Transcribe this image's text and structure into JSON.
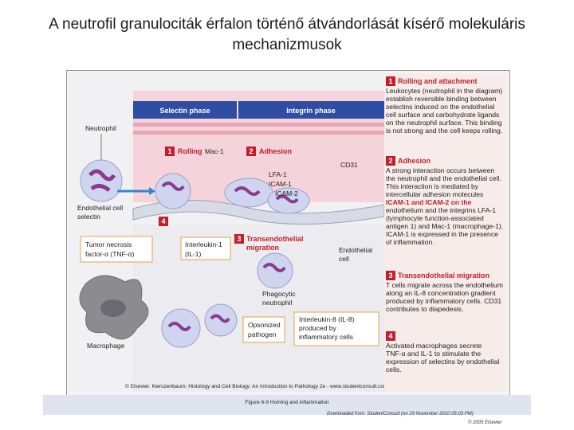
{
  "title": {
    "line1": "A neutrofil granulociták érfalon történő átvándorlását kísérő molekuláris",
    "line2": "mechanizmusok"
  },
  "diagram": {
    "phase_selectin": "Selectin phase",
    "phase_integrin": "Integrin phase",
    "neutrophil": "Neutrophil",
    "step1_label": "Rolling",
    "step2_label": "Adhesion",
    "step3_label_line1": "Transendothelial",
    "step3_label_line2": "migration",
    "step4_label": "4",
    "step1_num": "1",
    "step2_num": "2",
    "step3_num": "3",
    "mac1": "Mac-1",
    "cd31": "CD31",
    "lfa1": "LFA-1",
    "icam1": "ICAM-1",
    "icam2": "ICAM-2",
    "endothelial_selectin_line1": "Endothelial cell",
    "endothelial_selectin_line2": "selectin",
    "tnf_line1": "Tumor necrosis",
    "tnf_line2": "factor-α (TNF-α)",
    "il1_line1": "Interleukin-1",
    "il1_line2": "(IL-1)",
    "endothelial_cell_line1": "Endothelial",
    "endothelial_cell_line2": "cell",
    "phagocytic_line1": "Phagocytic",
    "phagocytic_line2": "neutrophil",
    "macrophage": "Macrophage",
    "opsonized_line1": "Opsonized",
    "opsonized_line2": "pathogen",
    "il8_line1": "Interleukin-8 (IL-8)",
    "il8_line2": "produced by",
    "il8_line3": "inflammatory cells",
    "copyright": "© Elsevier. Kierszenbaum: Histology and Cell Biology: An Introduction to Pathology 2e - www.studentconsult.com"
  },
  "steps": [
    {
      "num": "1",
      "title": "Rolling and attachment",
      "lines": [
        "Leukocytes (neutrophil in the diagram)",
        "establish reversible binding between",
        "selectins induced on the endothelial",
        "cell surface and carbohydrate ligands",
        "on the neutrophil surface. This binding",
        "is not strong and the cell keeps rolling."
      ]
    },
    {
      "num": "2",
      "title": "Adhesion",
      "lines": [
        "A strong interaction occurs between",
        "the neutrophil and the endothelial cell.",
        "This interaction is mediated by",
        "intercellular adhesion molecules",
        "ICAM-1 and ICAM-2 on the",
        "endothelium and the integrins LFA-1",
        "(lymphocyte function-associated",
        "antigen 1) and Mac-1 (macrophage-1).",
        "ICAM-1 is expressed in the presence",
        "of inflammation."
      ]
    },
    {
      "num": "3",
      "title": "Transendothelial migration",
      "lines": [
        "T cells migrate across the endothelium",
        "along an IL-8 concentration gradient",
        "produced by inflammatory cells. CD31",
        "contributes to diapedesis."
      ]
    },
    {
      "num": "4",
      "title": "",
      "lines": [
        "Activated macrophages secrete",
        "TNF-α and IL-1 to stimulate the",
        "expression of selectins by endothelial",
        "cells."
      ]
    }
  ],
  "caption": "Figure 6-9 Homing and inflammation",
  "footer": {
    "downloaded": "Downloaded from: StudentConsult (on 29 November 2010 05:03 PM)",
    "copyright": "© 2005 Elsevier"
  },
  "colors": {
    "accent_red": "#c0202c",
    "phase_bar": "#2f4ea3",
    "vessel_pink": "#f3c6cf",
    "endothelium": "#d7dbe6",
    "macrophage": "#8c8c90",
    "caption_bg": "#dfe4ee"
  }
}
